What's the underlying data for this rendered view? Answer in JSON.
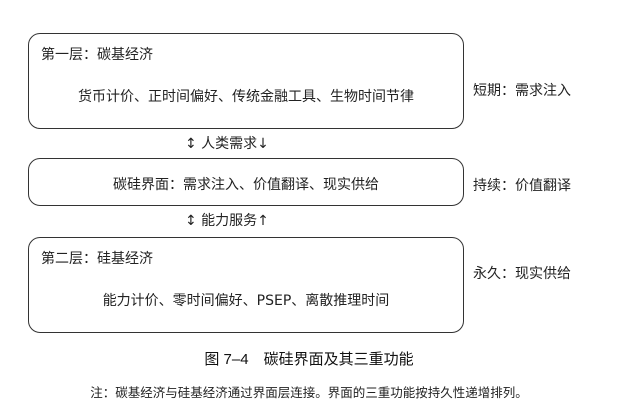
{
  "layers": {
    "carbon": {
      "title": "第一层：碳基经济",
      "content": "货币计价、正时间偏好、传统金融工具、生物时间节律",
      "side_label": "短期：需求注入"
    },
    "interface": {
      "content": "碳硅界面：需求注入、价值翻译、现实供给",
      "side_label": "持续：价值翻译"
    },
    "silicon": {
      "title": "第二层：硅基经济",
      "content": "能力计价、零时间偏好、PSEP、离散推理时间",
      "side_label": "永久：现实供给"
    }
  },
  "connectors": {
    "upper": "↕ 人类需求↓",
    "lower": "↕ 能力服务↑"
  },
  "caption": "图 7–4　碳硅界面及其三重功能",
  "note": "注：碳基经济与硅基经济通过界面层连接。界面的三重功能按持久性递增排列。"
}
